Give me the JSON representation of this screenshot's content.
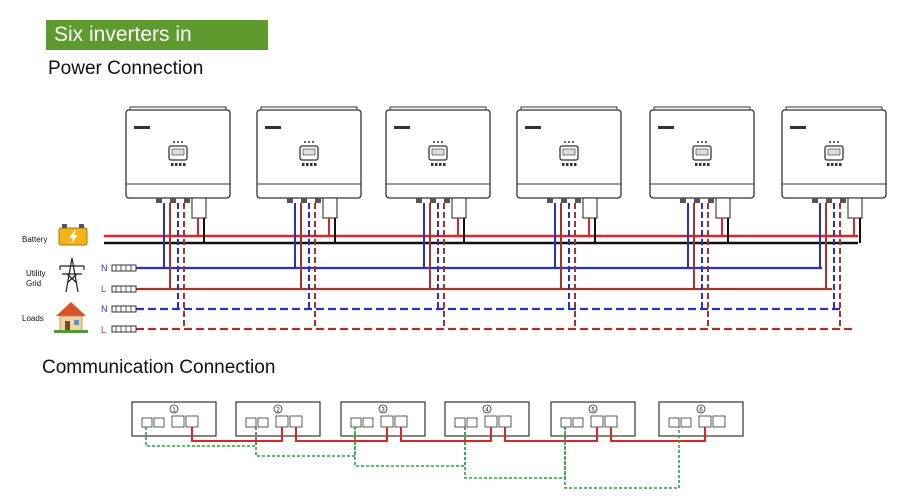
{
  "banner": {
    "title": "Six inverters in parallel:"
  },
  "power": {
    "heading": "Power Connection",
    "labels": {
      "battery": "Battery",
      "utility_line1": "Utility",
      "utility_line2": "Grid",
      "loads": "Loads",
      "n": "N",
      "l": "L"
    }
  },
  "communication": {
    "heading": "Communication Connection",
    "units": [
      "1",
      "2",
      "3",
      "4",
      "5",
      "6"
    ]
  },
  "inverter_count": 6,
  "colors": {
    "banner": "#5d9b2f",
    "battery_positive": "#d9262a",
    "battery_negative": "#111111",
    "neutral": "#2b2fc0",
    "line": "#a0352f",
    "comm_power": "#d9262a",
    "comm_signal": "#2ea043"
  },
  "icons": [
    "battery-icon",
    "utility-tower-icon",
    "house-icon",
    "plug-icon"
  ]
}
